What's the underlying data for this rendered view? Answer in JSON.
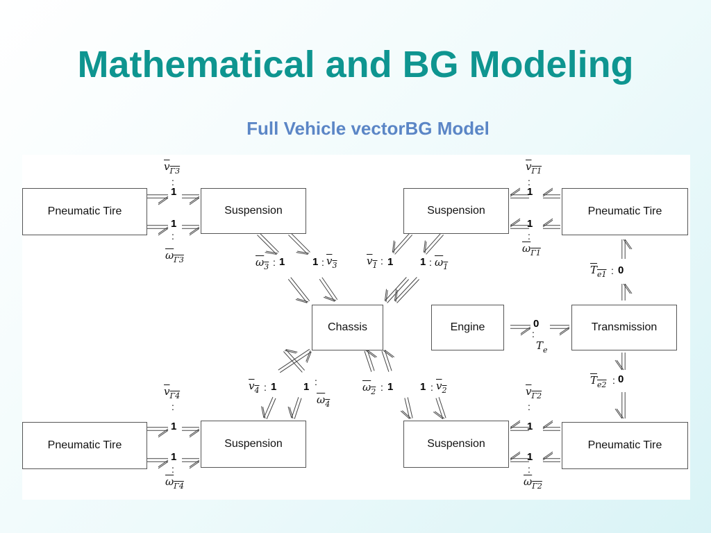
{
  "title": "Mathematical and BG Modeling",
  "subtitle": "Full Vehicle vectorBG Model",
  "boxes": {
    "tire3": "Pneumatic Tire",
    "susp3": "Suspension",
    "susp1": "Suspension",
    "tire1": "Pneumatic Tire",
    "chassis": "Chassis",
    "engine": "Engine",
    "transmission": "Transmission",
    "tire4": "Pneumatic Tire",
    "susp4": "Suspension",
    "susp2": "Suspension",
    "tire2": "Pneumatic Tire"
  },
  "junctions": {
    "one": "1",
    "zero": "0"
  },
  "labels": {
    "v": "v",
    "w": "ω",
    "T": "T",
    "sub_1": "1",
    "sub_2": "2",
    "sub_3": "3",
    "sub_4": "4",
    "sub_G1": "Γ1",
    "sub_G2": "Γ2",
    "sub_G3": "Γ3",
    "sub_G4": "Γ4",
    "sub_e": "e",
    "sub_e1": "e1",
    "sub_e2": "e2"
  }
}
